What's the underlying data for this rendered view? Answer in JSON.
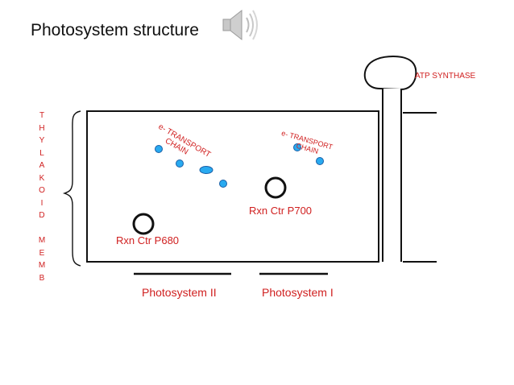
{
  "title": "Photosystem structure",
  "icons": {
    "speaker": "speaker-icon"
  },
  "side_label_letters": [
    "T",
    "H",
    "Y",
    "L",
    "A",
    "K",
    "O",
    "I",
    "D",
    "",
    "M",
    "E",
    "M",
    "B"
  ],
  "atp_synthase_label": "ATP SYNTHASE",
  "etc_left_label_line1": "e- TRANSPORT",
  "etc_left_label_line2": "CHAIN",
  "etc_right_label_line1": "e- TRANSPORT",
  "etc_right_label_line2": "CHAIN",
  "rxn_ctr_p700": "Rxn Ctr  P700",
  "rxn_ctr_p680": "Rxn Ctr  P680",
  "photosystem_ii": "Photosystem II",
  "photosystem_i": "Photosystem I",
  "colors": {
    "accent_red": "#d02020",
    "electron_carrier_fill": "#29aaf0",
    "electron_carrier_stroke": "#1b5fa6"
  }
}
